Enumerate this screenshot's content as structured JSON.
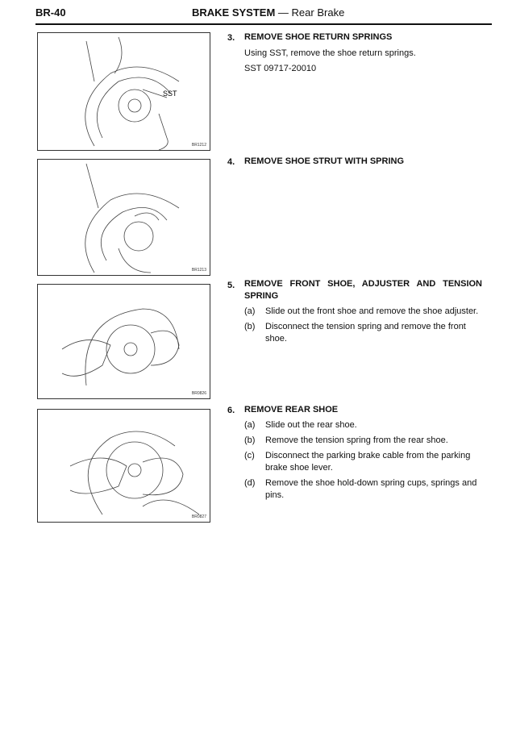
{
  "header": {
    "page": "BR-40",
    "section": "BRAKE SYSTEM",
    "dash": "—",
    "subsection": "Rear Brake"
  },
  "figures": [
    {
      "code": "BR1212",
      "label": "SST"
    },
    {
      "code": "BR1213"
    },
    {
      "code": "BR0826"
    },
    {
      "code": "BR0827"
    }
  ],
  "steps": [
    {
      "num": "3.",
      "title": "REMOVE SHOE RETURN SPRINGS",
      "body": [
        "Using SST, remove the shoe return springs.",
        "SST 09717-20010"
      ]
    },
    {
      "num": "4.",
      "title": "REMOVE SHOE STRUT WITH SPRING"
    },
    {
      "num": "5.",
      "title": "REMOVE FRONT SHOE, ADJUSTER AND TENSION SPRING",
      "subs": [
        {
          "l": "(a)",
          "t": "Slide out the front shoe and remove the shoe adjuster."
        },
        {
          "l": "(b)",
          "t": "Disconnect the tension spring and remove the front shoe."
        }
      ]
    },
    {
      "num": "6.",
      "title": "REMOVE REAR SHOE",
      "subs": [
        {
          "l": "(a)",
          "t": "Slide out the rear shoe."
        },
        {
          "l": "(b)",
          "t": "Remove the tension spring from the rear shoe."
        },
        {
          "l": "(c)",
          "t": "Disconnect the parking brake cable from the parking brake shoe lever."
        },
        {
          "l": "(d)",
          "t": "Remove the shoe hold-down spring cups, springs and pins."
        }
      ]
    }
  ]
}
